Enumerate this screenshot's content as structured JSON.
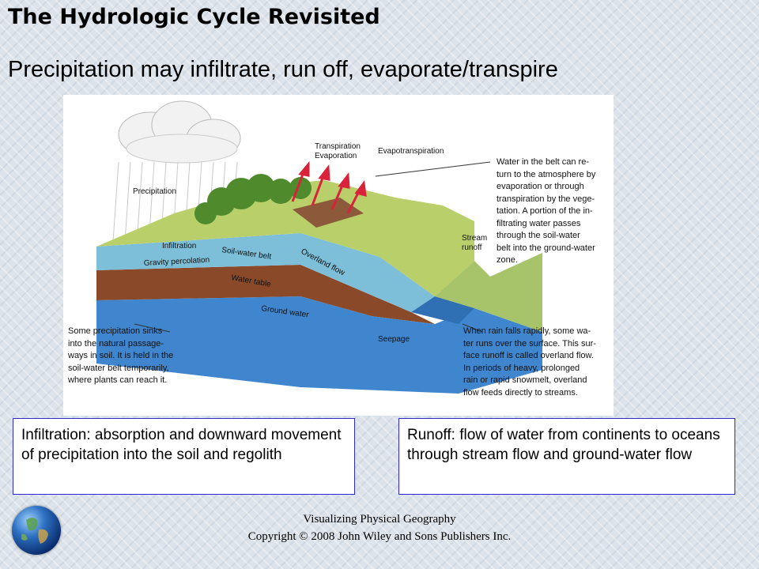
{
  "slide": {
    "title": "The Hydrologic Cycle Revisited",
    "subtitle": "Precipitation may infiltrate, run off, evaporate/transpire"
  },
  "diagram": {
    "labels": {
      "precipitation": "Precipitation",
      "transpiration": "Transpiration",
      "evaporation": "Evaporation",
      "evapotranspiration": "Evapotranspiration",
      "stream_runoff_1": "Stream",
      "stream_runoff_2": "runoff",
      "infiltration": "Infiltration",
      "soil_water_belt": "Soil-water belt",
      "overland_flow": "Overland flow",
      "gravity_percolation": "Gravity percolation",
      "water_table": "Water table",
      "ground_water": "Ground water",
      "seepage": "Seepage"
    },
    "notes": {
      "belt": [
        "Water in the belt can re-",
        "turn to the atmosphere by",
        "evaporation or through",
        "transpiration by the vege-",
        "tation. A portion of the in-",
        "filtrating water passes",
        "through the soil-water",
        "belt into the ground-water",
        "zone."
      ],
      "sinks": [
        "Some precipitation sinks",
        "into the natural passage-",
        "ways in soil. It is held in the",
        "soil-water belt temporarily,",
        "where plants can reach it."
      ],
      "rain": [
        "When rain falls rapidly, some wa-",
        "ter runs over the surface. This sur-",
        "face runoff is called overland flow.",
        "In periods of heavy, prolonged",
        "rain or rapid snowmelt, overland",
        "flow feeds directly to streams."
      ]
    }
  },
  "definitions": {
    "infiltration": "Infiltration: absorption and downward movement of precipitation into the soil and regolith",
    "runoff": "Runoff: flow of water from continents to oceans through stream flow and ground-water flow"
  },
  "footer": {
    "line1": "Visualizing Physical Geography",
    "line2": "Copyright © 2008 John Wiley and Sons Publishers Inc."
  },
  "colors": {
    "arrow_red": "#d8233a",
    "ground_water": "#3f86cf",
    "soil_brown": "#8a4a2a",
    "soil_belt": "#7dbfd9",
    "grass": "#b9cf6a",
    "box_border": "#2a2ad0"
  }
}
